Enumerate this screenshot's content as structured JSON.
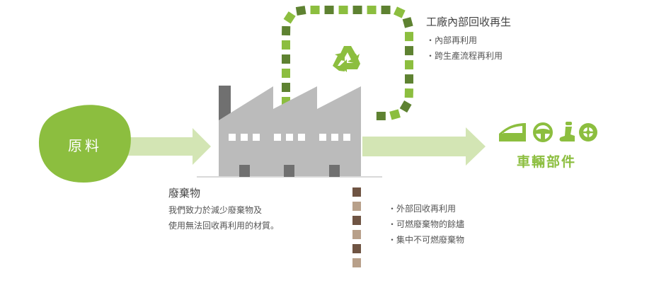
{
  "raw_material": {
    "label": "原料"
  },
  "internal_recycling": {
    "title": "工廠內部回收再生",
    "items": [
      "內部再利用",
      "跨生產流程再利用"
    ]
  },
  "waste": {
    "title": "廢棄物",
    "description_lines": [
      "我們致力於減少廢棄物及",
      "使用無法回收再利用的材質。"
    ],
    "items": [
      "外部回收再利用",
      "可燃廢棄物的餘燼",
      "集中不可燃廢棄物"
    ]
  },
  "vehicle_parts": {
    "label": "車輛部件",
    "icons": [
      "car-door-icon",
      "steering-wheel-icon",
      "car-seat-icon",
      "wheel-icon"
    ]
  },
  "colors": {
    "accent_green": "#8cbe3f",
    "light_green": "#d3e5b4",
    "dark_green": "#5e8231",
    "factory_gray": "#bbbbbb",
    "chimney_gray": "#707070",
    "waste_brown_dark": "#6f5443",
    "waste_brown_light": "#b8a08a"
  }
}
